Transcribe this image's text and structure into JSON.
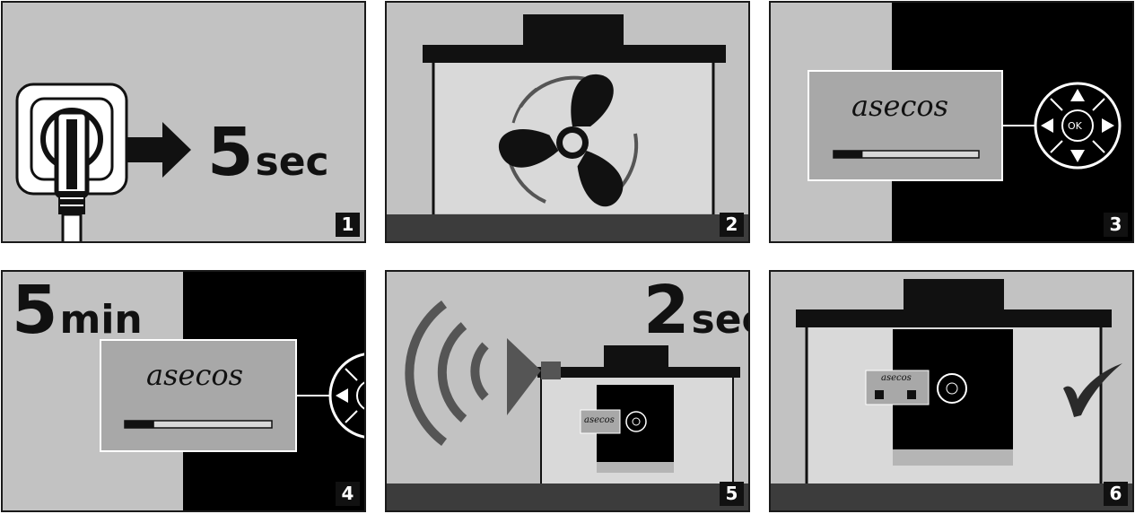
{
  "panels": [
    {
      "number": "1",
      "duration_value": "5",
      "duration_unit": "sec"
    },
    {
      "number": "2"
    },
    {
      "number": "3",
      "brand": "asecos",
      "button_center": "OK",
      "progress": 0.2
    },
    {
      "number": "4",
      "duration_value": "5",
      "duration_unit": "min",
      "brand": "asecos",
      "progress": 0.2
    },
    {
      "number": "5",
      "duration_value": "2",
      "duration_unit": "sec",
      "brand": "asecos"
    },
    {
      "number": "6",
      "brand": "asecos"
    }
  ]
}
